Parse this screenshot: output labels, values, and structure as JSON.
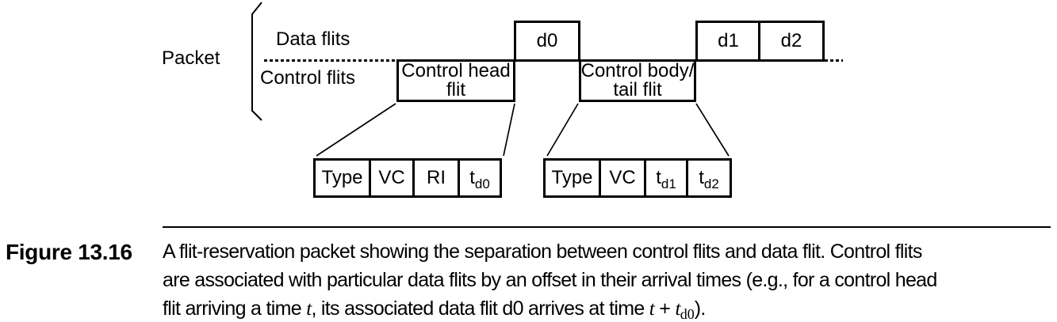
{
  "figure": {
    "packet_label": "Packet",
    "data_flits_label": "Data flits",
    "control_flits_label": "Control flits",
    "timeline": {
      "control_head_line1": "Control head",
      "control_head_line2": "flit",
      "d0": "d0",
      "control_body_line1": "Control body/",
      "control_body_line2": "tail flit",
      "d1": "d1",
      "d2": "d2"
    },
    "flit_fields": {
      "head": {
        "f1": "Type",
        "f2": "VC",
        "f3": "RI",
        "f4_base": "t",
        "f4_sub": "d0"
      },
      "body": {
        "f1": "Type",
        "f2": "VC",
        "f3_base": "t",
        "f3_sub": "d1",
        "f4_base": "t",
        "f4_sub": "d2"
      }
    }
  },
  "caption": {
    "label": "Figure 13.16",
    "line1": "A flit-reservation packet showing the separation between control flits and data flit. Control flits",
    "line2": "are associated with particular data flits by an offset in their arrival times (e.g., for a control head",
    "line3": {
      "s1": "flit arriving a time ",
      "t1": "t",
      "s2": ", its associated data flit d0 arrives at time ",
      "t2": "t",
      "s3": " + ",
      "t3": "t",
      "sub": "d0",
      "s4": ")."
    }
  },
  "colors": {
    "ink": "#000000",
    "background": "#ffffff"
  }
}
